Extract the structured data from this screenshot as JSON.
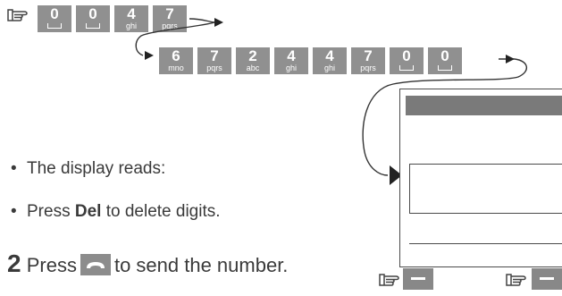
{
  "sequence_row1": [
    {
      "digit": "0",
      "letters": ""
    },
    {
      "digit": "0",
      "letters": ""
    },
    {
      "digit": "4",
      "letters": "ghi"
    },
    {
      "digit": "7",
      "letters": "pqrs"
    }
  ],
  "sequence_row2": [
    {
      "digit": "6",
      "letters": "mno"
    },
    {
      "digit": "7",
      "letters": "pqrs"
    },
    {
      "digit": "2",
      "letters": "abc"
    },
    {
      "digit": "4",
      "letters": "ghi"
    },
    {
      "digit": "4",
      "letters": "ghi"
    },
    {
      "digit": "7",
      "letters": "pqrs"
    },
    {
      "digit": "0",
      "letters": ""
    },
    {
      "digit": "0",
      "letters": ""
    }
  ],
  "instructions": {
    "bullet1": "The display reads:",
    "bullet2_prefix": "Press ",
    "bullet2_key": "Del",
    "bullet2_suffix": " to delete digits.",
    "step_number": "2",
    "step_prefix": "Press",
    "step_suffix": "to send the number."
  },
  "icons": {
    "pointer": "pointing-hand-icon",
    "send": "handset-send-icon",
    "softkey": "softkey-icon"
  },
  "colors": {
    "key_gray": "#909090",
    "text": "#3a3a3a",
    "display_bar": "#7a7a7a"
  }
}
